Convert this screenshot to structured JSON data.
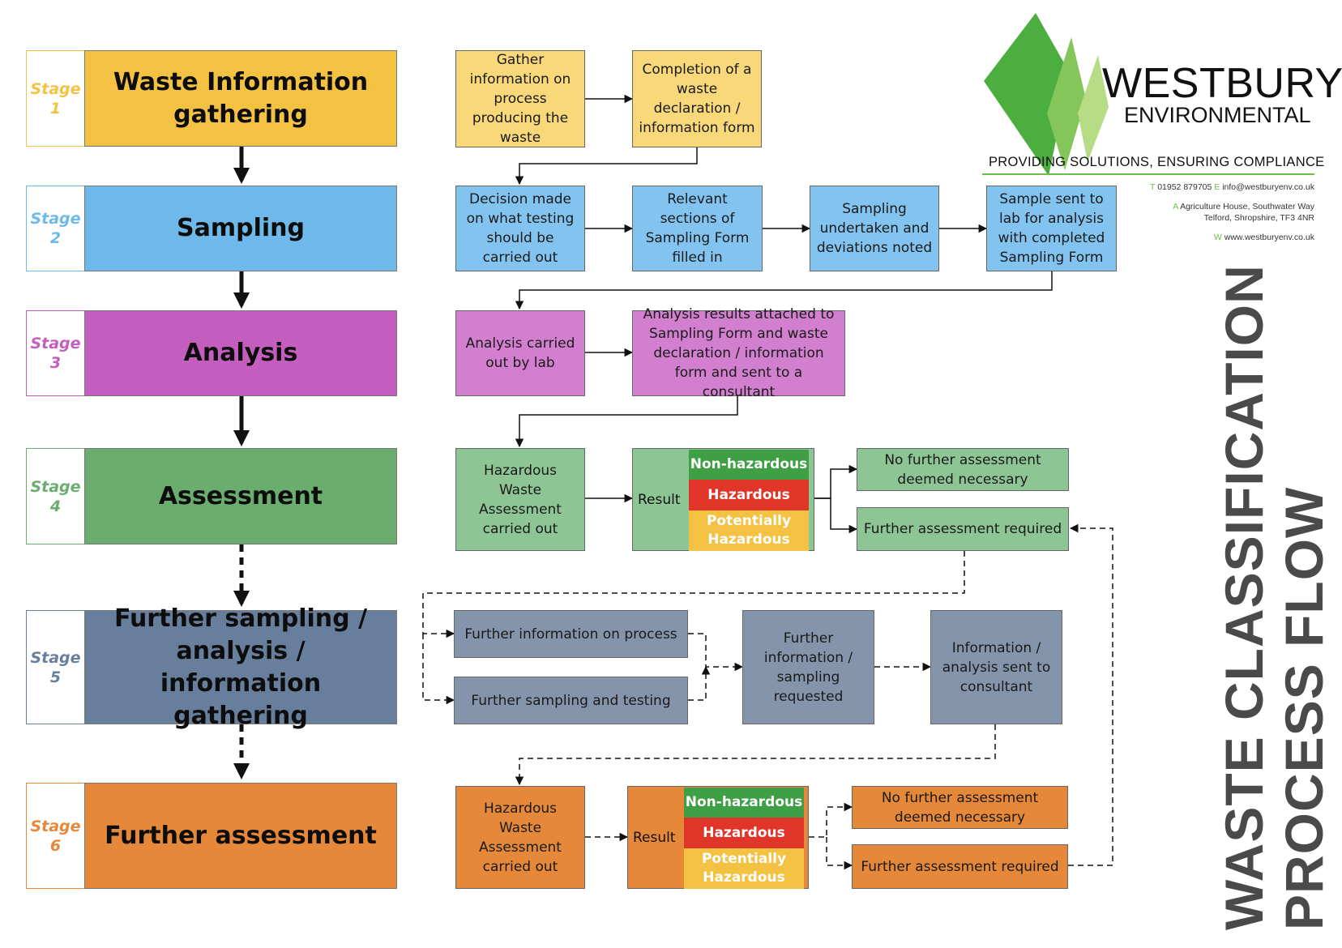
{
  "stages": [
    {
      "stage_word": "Stage",
      "num": "1",
      "title": "Waste Information gathering",
      "color": "#F4C242",
      "label_color": "#F4C242"
    },
    {
      "stage_word": "Stage",
      "num": "2",
      "title": "Sampling",
      "color": "#6EB9EA",
      "label_color": "#6EB9EA"
    },
    {
      "stage_word": "Stage",
      "num": "3",
      "title": "Analysis",
      "color": "#C35EBF",
      "label_color": "#C35EBF"
    },
    {
      "stage_word": "Stage",
      "num": "4",
      "title": "Assessment",
      "color": "#6AAD6E",
      "label_color": "#6AAD6E"
    },
    {
      "stage_word": "Stage",
      "num": "5",
      "title": "Further sampling / analysis / information gathering",
      "color": "#677F9C",
      "label_color": "#677F9C"
    },
    {
      "stage_word": "Stage",
      "num": "6",
      "title": "Further assessment",
      "color": "#E5883A",
      "label_color": "#E5883A"
    }
  ],
  "flow": {
    "s1_gather": "Gather information on process producing the waste",
    "s1_complete": "Completion of a waste declaration / information form",
    "s2_decision": "Decision made on what testing should be carried out",
    "s2_relevant": "Relevant sections of Sampling Form filled in",
    "s2_sampling": "Sampling undertaken and deviations noted",
    "s2_sent": "Sample sent to lab for analysis with completed Sampling Form",
    "s3_lab": "Analysis carried out by lab",
    "s3_results": "Analysis results attached to Sampling Form and waste declaration / information form and sent to a consultant",
    "s4_hwa": "Hazardous Waste Assessment carried out",
    "s4_result": "Result",
    "s4_no_further": "No further assessment deemed necessary",
    "s4_further": "Further assessment required",
    "s5_info_process": "Further information on process",
    "s5_sampling_testing": "Further sampling and testing",
    "s5_requested": "Further information / sampling requested",
    "s5_sent_consultant": "Information / analysis sent to consultant",
    "s6_hwa": "Hazardous Waste Assessment carried out",
    "s6_result": "Result",
    "s6_no_further": "No further assessment deemed necessary",
    "s6_further": "Further assessment required"
  },
  "result_categories": [
    {
      "label": "Non-hazardous",
      "color": "#3E9F45"
    },
    {
      "label": "Hazardous",
      "color": "#E0362A"
    },
    {
      "label": "Potentially Hazardous",
      "color": "#F4C242"
    }
  ],
  "logo": {
    "name": "WESTBURY",
    "sub": "ENVIRONMENTAL",
    "tagline": "PROVIDING SOLUTIONS, ENSURING COMPLIANCE",
    "t_key": "T",
    "phone": "01952 879705",
    "e_key": "E",
    "email": "info@westburyenv.co.uk",
    "a_key": "A",
    "address1": "Agriculture House, Southwater Way",
    "address2": "Telford, Shropshire, TF3 4NR",
    "w_key": "W",
    "web": "www.westburyenv.co.uk",
    "accent": "#6DBE45"
  },
  "title": {
    "line1": "WASTE CLASSIFICATION",
    "line2": "PROCESS FLOW"
  }
}
